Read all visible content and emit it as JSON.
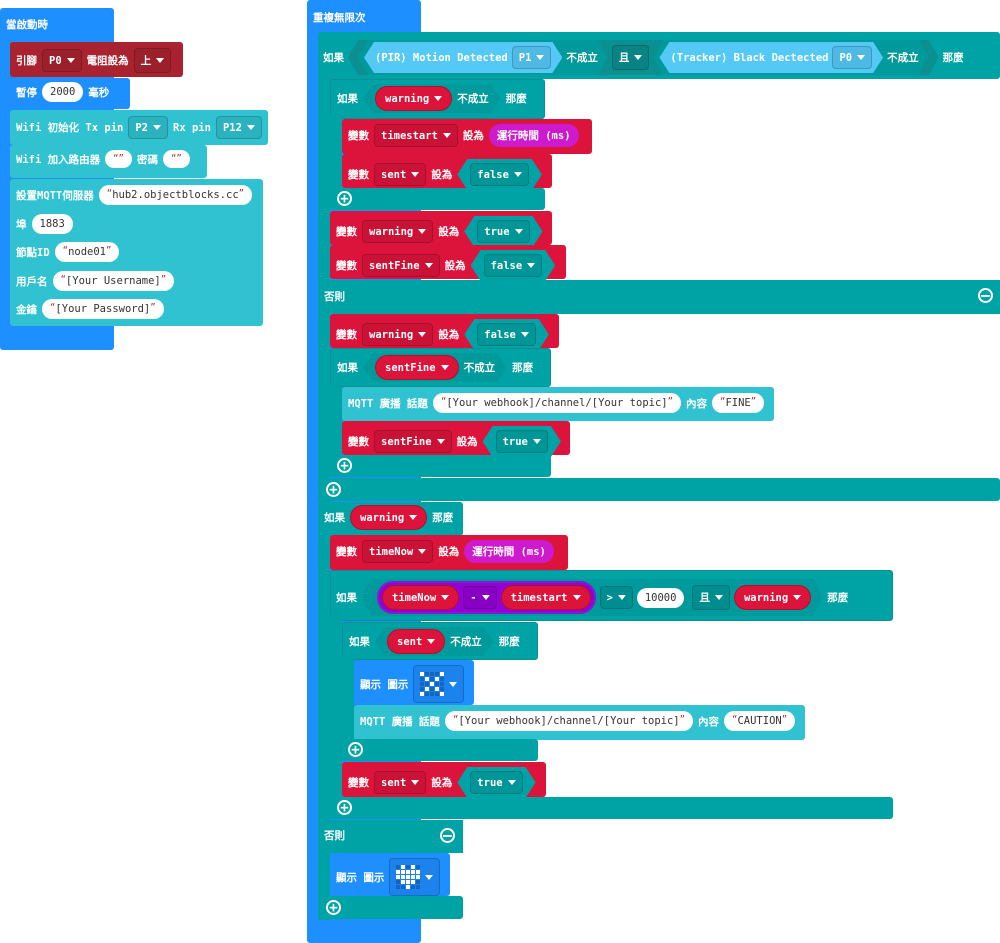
{
  "start": {
    "title": "當啟動時",
    "pin": {
      "label": "引腳",
      "pin": "P0",
      "mid": "電阻設為",
      "value": "上"
    },
    "pause": {
      "label": "暫停",
      "value": "2000",
      "unit": "毫秒"
    },
    "wifi_init": {
      "label": "Wifi 初始化 Tx pin",
      "tx": "P2",
      "rx_label": "Rx pin",
      "rx": "P12"
    },
    "wifi_join": {
      "label": "Wifi 加入路由器",
      "ssid": "",
      "pw_label": "密碼",
      "pw": ""
    },
    "mqtt": {
      "label": "設置MQTT伺服器",
      "server": "hub2.objectblocks.cc",
      "port_label": "埠",
      "port": "1883",
      "node_label": "節點ID",
      "node": "node01",
      "user_label": "用戶名",
      "user": "[Your Username]",
      "key_label": "金鑰",
      "key": "[Your Password]"
    }
  },
  "forever": {
    "title": "重複無限次",
    "kw": {
      "if": "如果",
      "then": "那麼",
      "else": "否則",
      "not": "不成立",
      "and": "且",
      "set": "變數",
      "to": "設為",
      "show": "顯示 圖示",
      "mqtt": "MQTT 廣播 話題",
      "content": "內容",
      "runtime": "運行時間 (ms)"
    },
    "cond1": {
      "pir": "(PIR) Motion Detected",
      "pir_pin": "P1",
      "tracker": "(Tracker) Black Dectected",
      "tracker_pin": "P0"
    },
    "vars": {
      "warning": "warning",
      "timestart": "timestart",
      "sent": "sent",
      "sentFine": "sentFine",
      "timeNow": "timeNow"
    },
    "values": {
      "true": "true",
      "false": "false"
    },
    "topic": "[Your webhook]/channel/[Your topic]",
    "fine": "FINE",
    "caution": "CAUTION",
    "math": {
      "op": "-",
      "cmp": ">",
      "threshold": "10000"
    },
    "icons": {
      "x": [
        "#...#",
        ".#.#.",
        "..#..",
        ".#.#.",
        "#...#"
      ],
      "heart": [
        ".#.#.",
        "#####",
        "#####",
        ".###.",
        "..#.."
      ]
    }
  }
}
